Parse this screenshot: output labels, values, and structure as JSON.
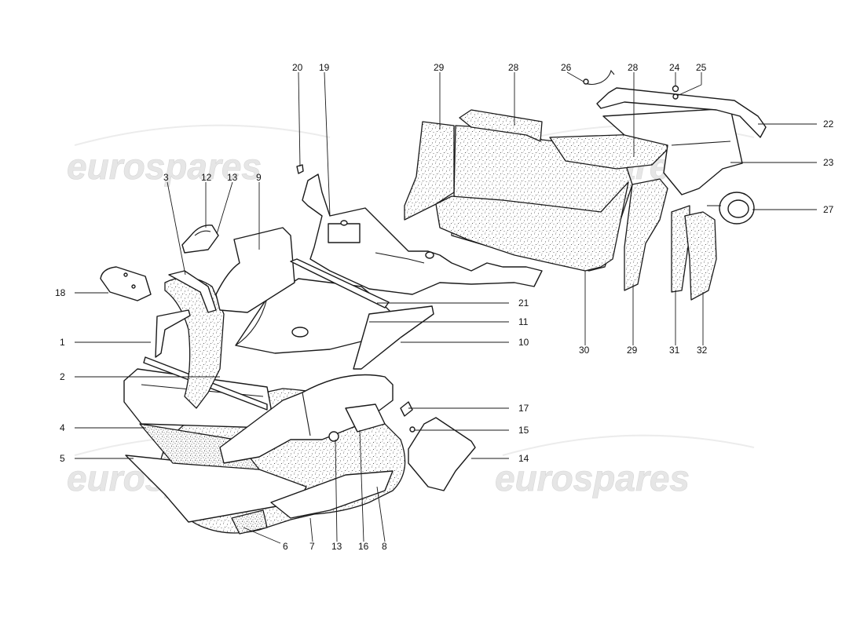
{
  "watermark": {
    "text": "eurospares",
    "color": "#e3e3e3"
  },
  "callouts": [
    {
      "id": "c1",
      "label": "1"
    },
    {
      "id": "c2",
      "label": "2"
    },
    {
      "id": "c3",
      "label": "3"
    },
    {
      "id": "c4",
      "label": "4"
    },
    {
      "id": "c5",
      "label": "5"
    },
    {
      "id": "c6",
      "label": "6"
    },
    {
      "id": "c7",
      "label": "7"
    },
    {
      "id": "c8",
      "label": "8"
    },
    {
      "id": "c9",
      "label": "9"
    },
    {
      "id": "c10",
      "label": "10"
    },
    {
      "id": "c11",
      "label": "11"
    },
    {
      "id": "c12",
      "label": "12"
    },
    {
      "id": "c13a",
      "label": "13"
    },
    {
      "id": "c13b",
      "label": "13"
    },
    {
      "id": "c14",
      "label": "14"
    },
    {
      "id": "c15",
      "label": "15"
    },
    {
      "id": "c16",
      "label": "16"
    },
    {
      "id": "c17",
      "label": "17"
    },
    {
      "id": "c18",
      "label": "18"
    },
    {
      "id": "c19",
      "label": "19"
    },
    {
      "id": "c20",
      "label": "20"
    },
    {
      "id": "c21",
      "label": "21"
    },
    {
      "id": "c22",
      "label": "22"
    },
    {
      "id": "c23",
      "label": "23"
    },
    {
      "id": "c24",
      "label": "24"
    },
    {
      "id": "c25",
      "label": "25"
    },
    {
      "id": "c26",
      "label": "26"
    },
    {
      "id": "c27",
      "label": "27"
    },
    {
      "id": "c28a",
      "label": "28"
    },
    {
      "id": "c28b",
      "label": "28"
    },
    {
      "id": "c29a",
      "label": "29"
    },
    {
      "id": "c29b",
      "label": "29"
    },
    {
      "id": "c30",
      "label": "30"
    },
    {
      "id": "c31",
      "label": "31"
    },
    {
      "id": "c32",
      "label": "32"
    }
  ]
}
